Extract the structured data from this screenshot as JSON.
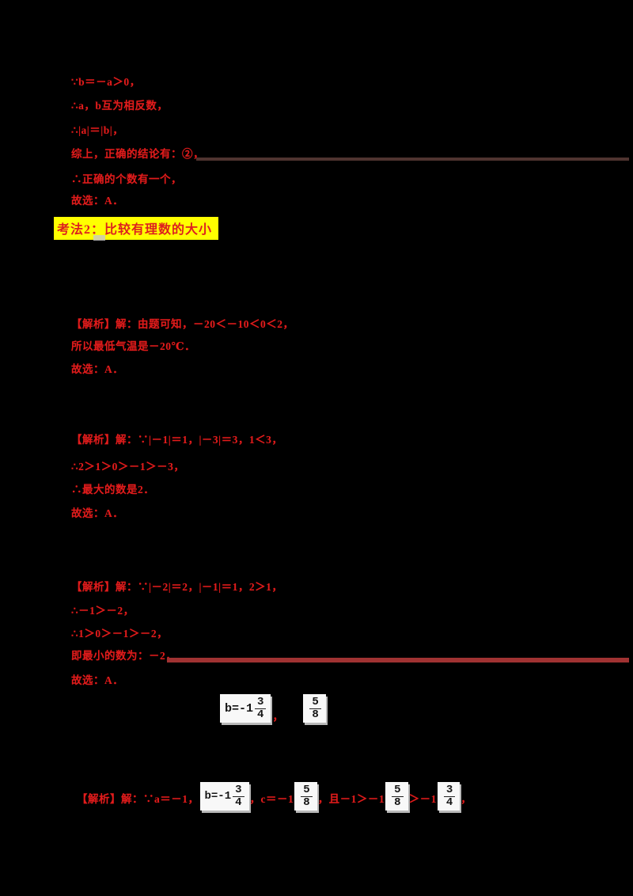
{
  "page": {
    "background": "#000000",
    "accent_red_text": "#e11c1c",
    "highlight_yellow": "#ffff00",
    "rule_a_color": "#4f3430",
    "rule_b_color": "#a03232",
    "formula_box_bg": "#f8f8f8"
  },
  "top_block": {
    "lines": [
      "∵b＝－a＞0，",
      "∴a，b互为相反数，",
      "∴|a|＝|b|，",
      "综上，正确的结论有：②，",
      "∴正确的个数有一个，",
      "故选：A．"
    ]
  },
  "heading": {
    "label": "考法2：比较有理数的大小"
  },
  "example1": {
    "lines": [
      "【解析】解：由题可知，－20＜－10＜0＜2，",
      "所以最低气温是－20℃．",
      "故选：A．"
    ]
  },
  "example2": {
    "lines": [
      "【解析】解：∵|－1|＝1，|－3|＝3，1＜3，",
      "∴2＞1＞0＞－1＞－3，",
      "∴最大的数是2．",
      "故选：A．"
    ]
  },
  "example3": {
    "lines": [
      "【解析】解：∵|－2|＝2，|－1|＝1，2＞1，",
      "∴－1＞－2，",
      "∴1＞0＞－1＞－2，",
      "即最小的数为：－2，",
      "故选：A．"
    ]
  },
  "formula_row": {
    "box1_prefix": "b=-1",
    "box1_frac_num": "3",
    "box1_frac_den": "4",
    "separator": "，",
    "box2_frac_num": "5",
    "box2_frac_den": "8"
  },
  "example4": {
    "red1": "【解析】解：∵a＝－1，",
    "box1_prefix": "b=-1",
    "box1_num": "3",
    "box1_den": "4",
    "red2": "，c＝－1",
    "box2_num": "5",
    "box2_den": "8",
    "red3": "，且－1＞－1",
    "box3_num": "5",
    "box3_den": "8",
    "red4": "＞－1",
    "box4_num": "3",
    "box4_den": "4",
    "red5": "，"
  }
}
